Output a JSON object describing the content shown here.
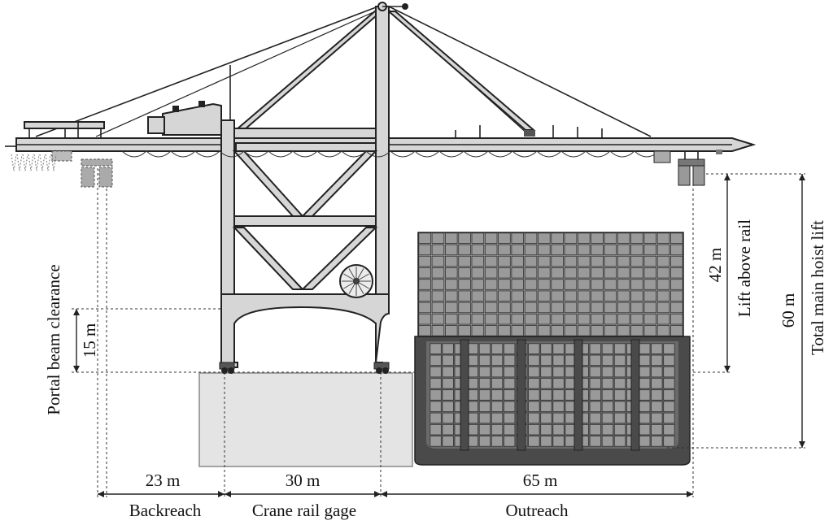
{
  "diagram": {
    "labels": {
      "portal_beam_clearance": "Portal beam clearance",
      "portal_clearance_value": "15 m",
      "lift_above_rail": "Lift above rail",
      "lift_above_rail_value": "42 m",
      "total_main_hoist_lift": "Total main hoist lift",
      "total_main_hoist_value": "60 m",
      "backreach_value": "23 m",
      "backreach": "Backreach",
      "rail_gage_value": "30 m",
      "rail_gage": "Crane rail gage",
      "outreach_value": "65 m",
      "outreach": "Outreach"
    },
    "colors": {
      "steel": "#d6d6d6",
      "outline": "#222222",
      "ship_hull": "#4a4a4a",
      "container": "#9a9a9a",
      "quay": "#e4e4e4"
    },
    "ship": {
      "deck_columns": 20,
      "deck_rows": 9,
      "hold_columns": 20,
      "hold_rows": 9
    }
  }
}
